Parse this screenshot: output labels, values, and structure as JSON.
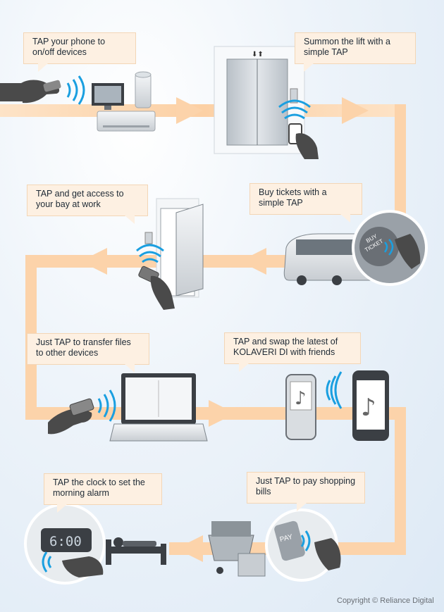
{
  "callouts": {
    "devices": {
      "line1": "TAP your phone to",
      "line2": "on/off devices"
    },
    "lift": {
      "line1": "Summon the lift with a",
      "line2": "simple TAP"
    },
    "bay": {
      "line1": "TAP and get access to",
      "line2": "your bay at work"
    },
    "tickets": {
      "line1": "Buy tickets with a",
      "line2": "simple TAP"
    },
    "files": {
      "line1": "Just TAP to transfer files",
      "line2": "to other devices"
    },
    "music": {
      "line1": "TAP and swap the latest of",
      "line2": "KOLAVERI DI with friends"
    },
    "alarm": {
      "line1": "TAP the clock to set the",
      "line2": "morning alarm"
    },
    "shopping": {
      "line1": "Just TAP to pay shopping",
      "line2": "bills"
    }
  },
  "labels": {
    "ticket_word_1": "BUY",
    "ticket_word_2": "TICKET",
    "pay_word": "PAY",
    "clock_time": "6:00"
  },
  "copyright": "Copyright © Reliance Digital",
  "colors": {
    "path": "#fcd3aa",
    "callout_bg": "#fdf0e2",
    "waves": "#1a9fe0",
    "hand": "#4a4a4a"
  }
}
